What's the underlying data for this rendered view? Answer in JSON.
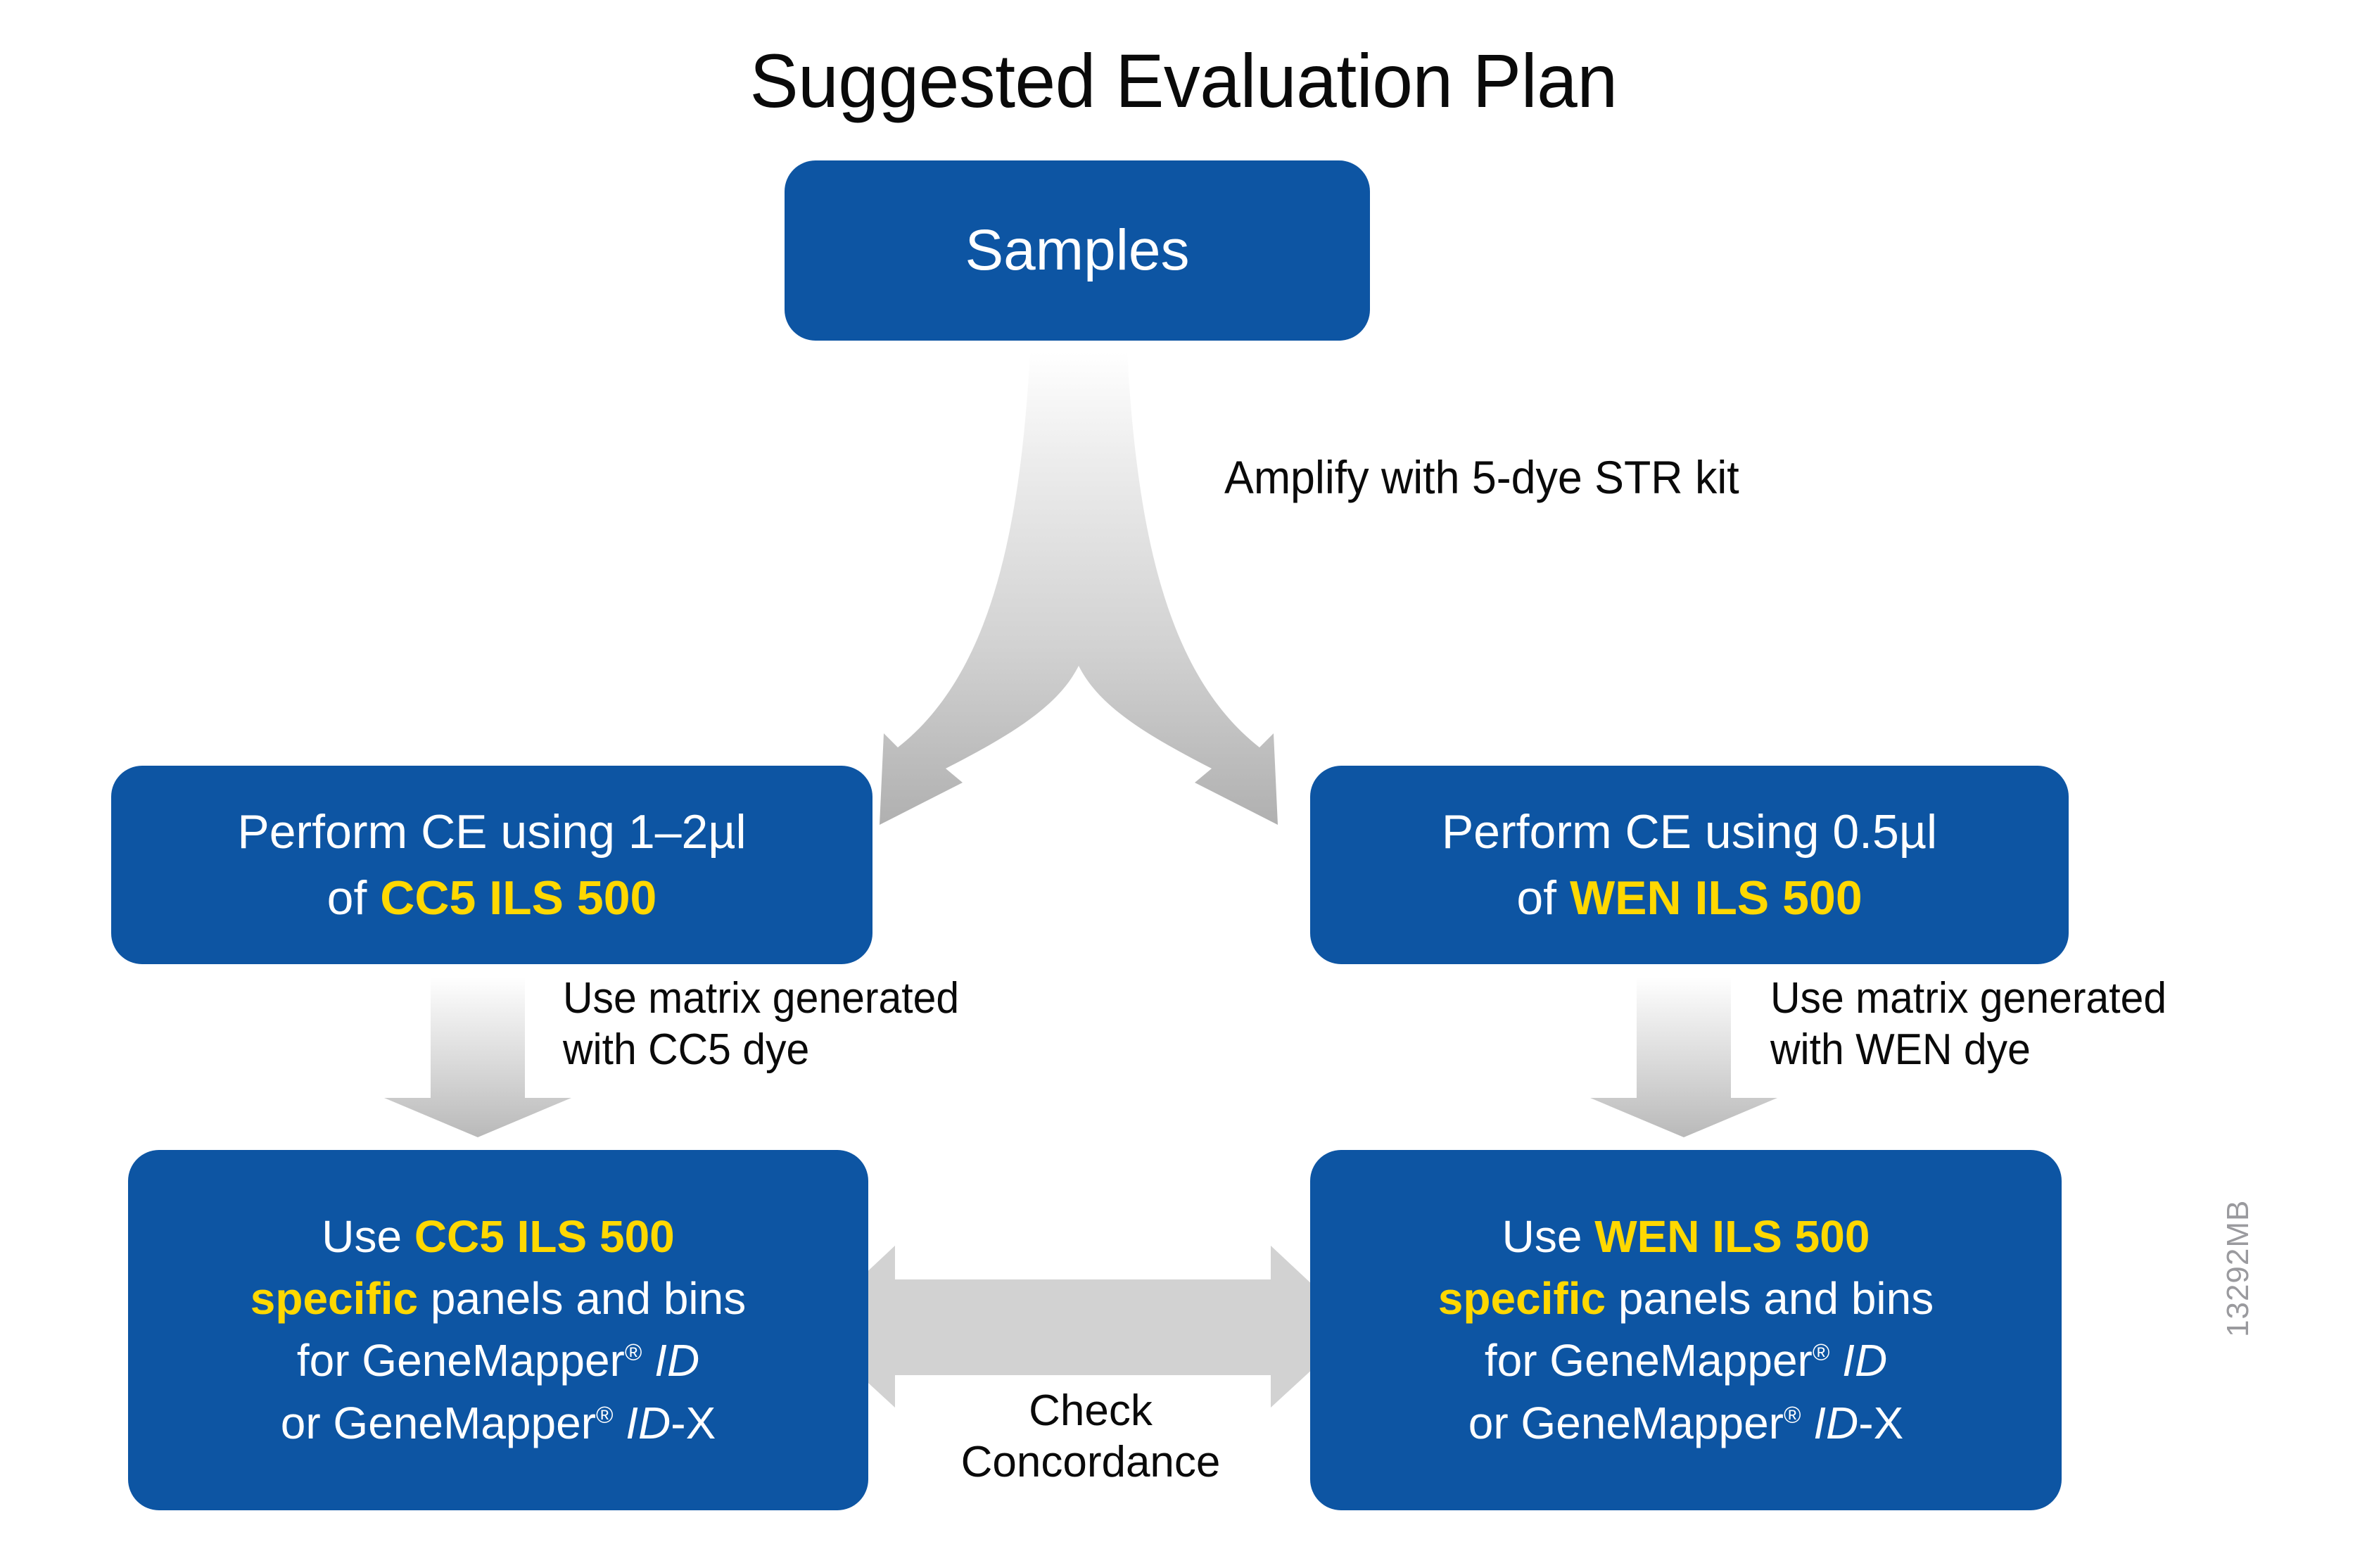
{
  "title": "Suggested Evaluation Plan",
  "colors": {
    "box_blue": "#0d55a3",
    "highlight_yellow": "#ffd800",
    "arrow_gray": "#d2d2d2",
    "text_white": "#ffffff",
    "text_black": "#0a0a0a",
    "code_gray": "#9a9a9e"
  },
  "nodes": {
    "samples": {
      "label": "Samples"
    },
    "ce_left": {
      "line1": "Perform CE using 1–2µl",
      "line2_prefix": "of ",
      "line2_highlight": "CC5 ILS 500"
    },
    "ce_right": {
      "line1": "Perform CE using 0.5µl",
      "line2_prefix": "of ",
      "line2_highlight": "WEN ILS 500"
    },
    "panel_left": {
      "line1_prefix": "Use ",
      "line1_highlight": "CC5 ILS 500",
      "line2_highlight": "specific",
      "line2_suffix": " panels and bins",
      "line3_prefix": "for GeneMapper",
      "line3_reg": "®",
      "line3_italic": "ID",
      "line4_prefix": "or GeneMapper",
      "line4_reg": "®",
      "line4_italic": "ID",
      "line4_suffix": "-X"
    },
    "panel_right": {
      "line1_prefix": "Use ",
      "line1_highlight": "WEN ILS 500",
      "line2_highlight": "specific",
      "line2_suffix": " panels and bins",
      "line3_prefix": "for GeneMapper",
      "line3_reg": "®",
      "line3_italic": "ID",
      "line4_prefix": "or GeneMapper",
      "line4_reg": "®",
      "line4_italic": "ID",
      "line4_suffix": "-X"
    }
  },
  "edges": {
    "amplify": "Amplify with 5-dye STR kit",
    "matrix_left": "Use matrix generated\nwith CC5 dye",
    "matrix_right": "Use matrix generated\nwith WEN dye",
    "concordance": "Check\nConcordance"
  },
  "footer": {
    "code": "13292MB"
  }
}
